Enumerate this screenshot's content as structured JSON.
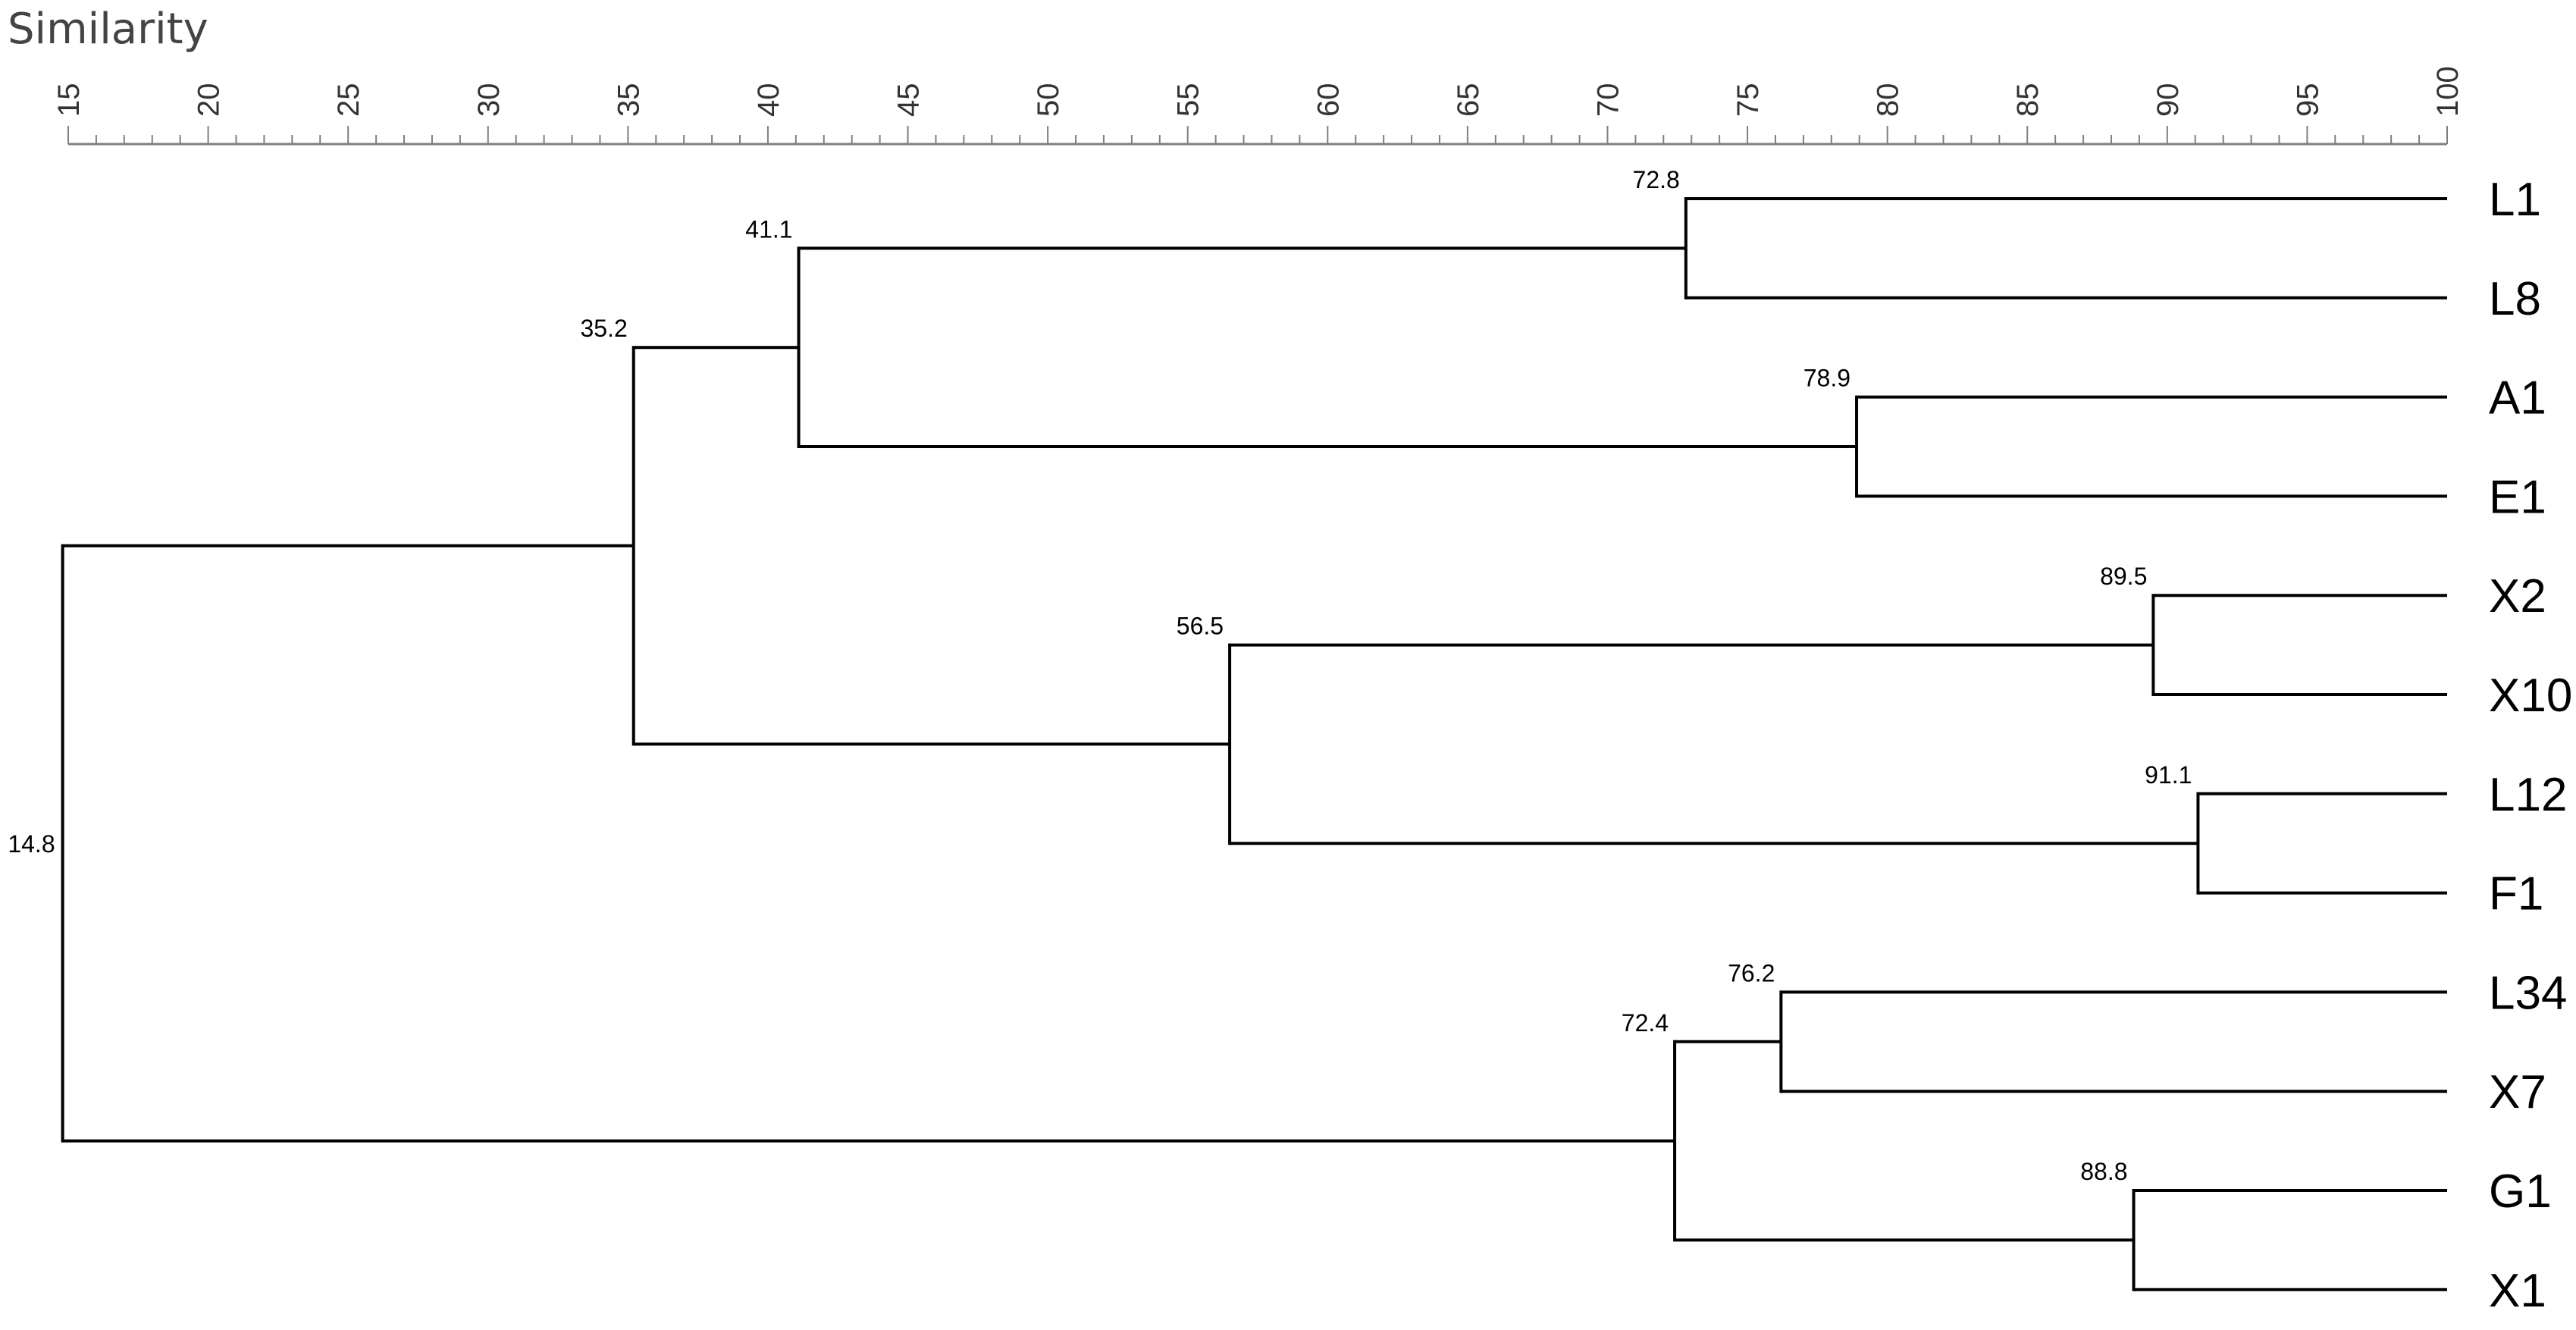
{
  "chart_data": {
    "type": "dendrogram",
    "xlabel": "Similarity",
    "xlim": [
      15,
      100
    ],
    "tick_labels": [
      "15",
      "20",
      "25",
      "30",
      "35",
      "40",
      "45",
      "50",
      "55",
      "60",
      "65",
      "70",
      "75",
      "80",
      "85",
      "90",
      "95",
      "100"
    ],
    "minor_tick_step": 1,
    "leaves": [
      "L1",
      "L8",
      "A1",
      "E1",
      "X2",
      "X10",
      "L12",
      "F1",
      "L34",
      "X7",
      "G1",
      "X1"
    ],
    "merges": [
      {
        "children": [
          "L1",
          "L8"
        ],
        "similarity": 72.8,
        "label": "72.8"
      },
      {
        "children": [
          "A1",
          "E1"
        ],
        "similarity": 78.9,
        "label": "78.9"
      },
      {
        "children": [
          "L1+L8",
          "A1+E1"
        ],
        "similarity": 41.1,
        "label": "41.1"
      },
      {
        "children": [
          "X2",
          "X10"
        ],
        "similarity": 89.5,
        "label": "89.5"
      },
      {
        "children": [
          "L12",
          "F1"
        ],
        "similarity": 91.1,
        "label": "91.1"
      },
      {
        "children": [
          "X2+X10",
          "L12+F1"
        ],
        "similarity": 56.5,
        "label": "56.5"
      },
      {
        "children": [
          "L1+L8+A1+E1",
          "X2+X10+L12+F1"
        ],
        "similarity": 35.2,
        "label": "35.2"
      },
      {
        "children": [
          "L34",
          "X7"
        ],
        "similarity": 76.2,
        "label": "76.2"
      },
      {
        "children": [
          "G1",
          "X1"
        ],
        "similarity": 88.8,
        "label": "88.8"
      },
      {
        "children": [
          "L34+X7",
          "G1+X1"
        ],
        "similarity": 72.4,
        "label": "72.4"
      },
      {
        "children": [
          "top",
          "bottom"
        ],
        "similarity": 14.8,
        "label": "14.8"
      }
    ],
    "tree": {
      "sim": 14.8,
      "label": "14.8",
      "children": [
        {
          "sim": 35.2,
          "label": "35.2",
          "children": [
            {
              "sim": 41.1,
              "label": "41.1",
              "children": [
                {
                  "sim": 72.8,
                  "label": "72.8",
                  "children": [
                    {
                      "leaf": "L1"
                    },
                    {
                      "leaf": "L8"
                    }
                  ]
                },
                {
                  "sim": 78.9,
                  "label": "78.9",
                  "children": [
                    {
                      "leaf": "A1"
                    },
                    {
                      "leaf": "E1"
                    }
                  ]
                }
              ]
            },
            {
              "sim": 56.5,
              "label": "56.5",
              "children": [
                {
                  "sim": 89.5,
                  "label": "89.5",
                  "children": [
                    {
                      "leaf": "X2"
                    },
                    {
                      "leaf": "X10"
                    }
                  ]
                },
                {
                  "sim": 91.1,
                  "label": "91.1",
                  "children": [
                    {
                      "leaf": "L12"
                    },
                    {
                      "leaf": "F1"
                    }
                  ]
                }
              ]
            }
          ]
        },
        {
          "sim": 72.4,
          "label": "72.4",
          "children": [
            {
              "sim": 76.2,
              "label": "76.2",
              "children": [
                {
                  "leaf": "L34"
                },
                {
                  "leaf": "X7"
                }
              ]
            },
            {
              "sim": 88.8,
              "label": "88.8",
              "children": [
                {
                  "leaf": "G1"
                },
                {
                  "leaf": "X1"
                }
              ]
            }
          ]
        }
      ]
    },
    "colors": {
      "line": "#000000",
      "axis": "#7f7f7f",
      "title": "#444444",
      "text": "#000000"
    }
  }
}
